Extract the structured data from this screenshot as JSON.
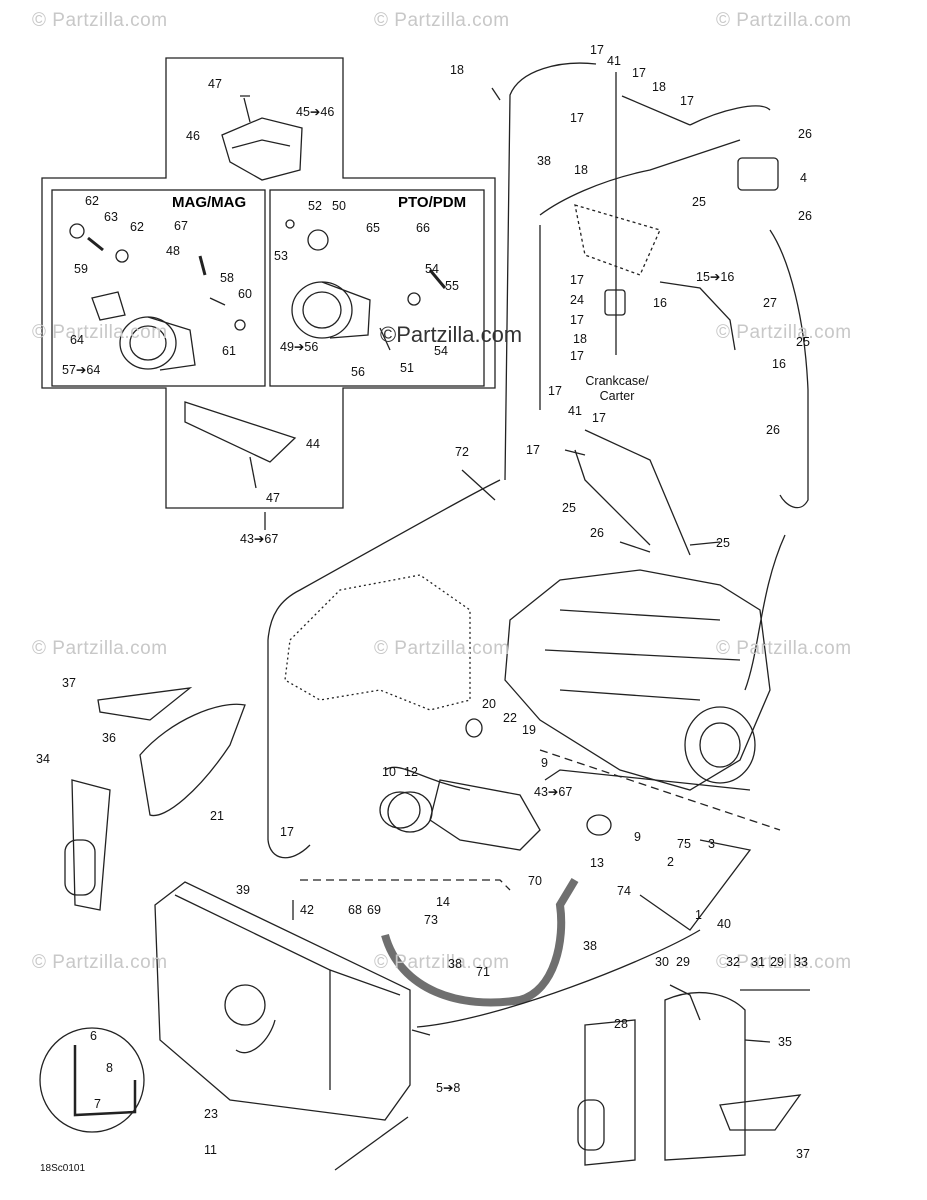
{
  "watermark": "© Partzilla.com",
  "center_watermark": "©Partzilla.com",
  "panels": {
    "mag": "MAG/MAG",
    "pto": "PTO/PDM"
  },
  "crankcase_note": [
    "Crankcase/",
    "Carter"
  ],
  "image_code": "18Sc0101",
  "callouts": {
    "c47a": "47",
    "c45_46": "45➔46",
    "c46": "46",
    "c62a": "62",
    "c63": "63",
    "c62b": "62",
    "c67": "67",
    "c48": "48",
    "c59": "59",
    "c58": "58",
    "c60": "60",
    "c64": "64",
    "c61": "61",
    "c57_64": "57➔64",
    "c52": "52",
    "c50": "50",
    "c65": "65",
    "c66": "66",
    "c53": "53",
    "c54a": "54",
    "c55": "55",
    "c49_56": "49➔56",
    "c56": "56",
    "c51": "51",
    "c54b": "54",
    "c44": "44",
    "c47b": "47",
    "c43_67a": "43➔67",
    "c18a": "18",
    "c17a": "17",
    "c41a": "41",
    "c17b": "17",
    "c18b": "18",
    "c17c": "17",
    "c17d": "17",
    "c26a": "26",
    "c38a": "38",
    "c18c": "18",
    "c4": "4",
    "c25a": "25",
    "c26b": "26",
    "c17e": "17",
    "c24": "24",
    "c16a": "16",
    "c15_16": "15➔16",
    "c27": "27",
    "c17f": "17",
    "c18d": "18",
    "c17g": "17",
    "c25b": "25",
    "c16b": "16",
    "c17h": "17",
    "c41b": "41",
    "c17i": "17",
    "c17j": "17",
    "c26c": "26",
    "c72": "72",
    "c25c": "25",
    "c26d": "26",
    "c25d": "25",
    "c37a": "37",
    "c36": "36",
    "c34": "34",
    "c20": "20",
    "c22": "22",
    "c19": "19",
    "c9a": "9",
    "c10": "10",
    "c12": "12",
    "c43_67b": "43➔67",
    "c21": "21",
    "c17k": "17",
    "c13": "13",
    "c9b": "9",
    "c75": "75",
    "c3": "3",
    "c2": "2",
    "c39": "39",
    "c68": "68",
    "c69": "69",
    "c14": "14",
    "c42": "42",
    "c73": "73",
    "c70": "70",
    "c74": "74",
    "c1": "1",
    "c40": "40",
    "c38b": "38",
    "c38c": "38",
    "c71": "71",
    "c30": "30",
    "c29a": "29",
    "c32": "32",
    "c31": "31",
    "c29b": "29",
    "c33": "33",
    "c6": "6",
    "c8": "8",
    "c28": "28",
    "c35": "35",
    "c7": "7",
    "c5_8": "5➔8",
    "c23": "23",
    "c11": "11",
    "c37b": "37"
  }
}
